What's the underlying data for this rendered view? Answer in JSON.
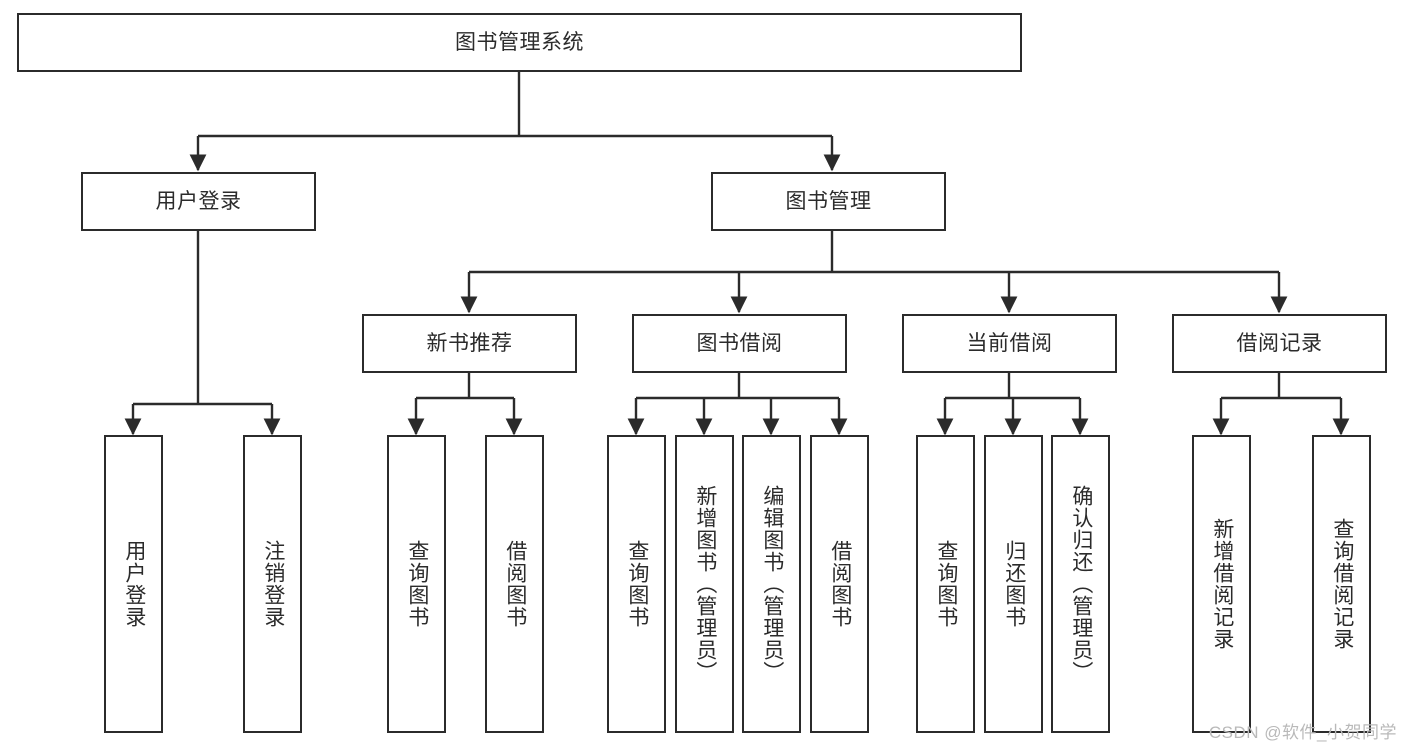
{
  "diagram": {
    "type": "tree-hierarchy",
    "title": "图书管理系统",
    "nodes": {
      "root": {
        "label": "图书管理系统",
        "orientation": "horizontal"
      },
      "user_login": {
        "label": "用户登录",
        "orientation": "horizontal"
      },
      "book_manage": {
        "label": "图书管理",
        "orientation": "horizontal"
      },
      "new_book_rec": {
        "label": "新书推荐",
        "orientation": "horizontal"
      },
      "book_borrow": {
        "label": "图书借阅",
        "orientation": "horizontal"
      },
      "current_borrow": {
        "label": "当前借阅",
        "orientation": "horizontal"
      },
      "borrow_record": {
        "label": "借阅记录",
        "orientation": "horizontal"
      },
      "leaf_user_login": {
        "label": "用户登录",
        "orientation": "vertical"
      },
      "leaf_logout": {
        "label": "注销登录",
        "orientation": "vertical"
      },
      "leaf_q_book_1": {
        "label": "查询图书",
        "orientation": "vertical"
      },
      "leaf_borrow_1": {
        "label": "借阅图书",
        "orientation": "vertical"
      },
      "leaf_q_book_2": {
        "label": "查询图书",
        "orientation": "vertical"
      },
      "leaf_add_book": {
        "label": "新增图书（管理员）",
        "orientation": "vertical"
      },
      "leaf_edit_book": {
        "label": "编辑图书（管理员）",
        "orientation": "vertical"
      },
      "leaf_borrow_2": {
        "label": "借阅图书",
        "orientation": "vertical"
      },
      "leaf_q_book_3": {
        "label": "查询图书",
        "orientation": "vertical"
      },
      "leaf_return": {
        "label": "归还图书",
        "orientation": "vertical"
      },
      "leaf_confirm": {
        "label": "确认归还（管理员）",
        "orientation": "vertical"
      },
      "leaf_add_rec": {
        "label": "新增借阅记录",
        "orientation": "vertical"
      },
      "leaf_q_rec": {
        "label": "查询借阅记录",
        "orientation": "vertical"
      }
    },
    "edges": [
      {
        "from": "root",
        "to": "user_login"
      },
      {
        "from": "root",
        "to": "book_manage"
      },
      {
        "from": "user_login",
        "to": "leaf_user_login"
      },
      {
        "from": "user_login",
        "to": "leaf_logout"
      },
      {
        "from": "book_manage",
        "to": "new_book_rec"
      },
      {
        "from": "book_manage",
        "to": "book_borrow"
      },
      {
        "from": "book_manage",
        "to": "current_borrow"
      },
      {
        "from": "book_manage",
        "to": "borrow_record"
      },
      {
        "from": "new_book_rec",
        "to": "leaf_q_book_1"
      },
      {
        "from": "new_book_rec",
        "to": "leaf_borrow_1"
      },
      {
        "from": "book_borrow",
        "to": "leaf_q_book_2"
      },
      {
        "from": "book_borrow",
        "to": "leaf_add_book"
      },
      {
        "from": "book_borrow",
        "to": "leaf_edit_book"
      },
      {
        "from": "book_borrow",
        "to": "leaf_borrow_2"
      },
      {
        "from": "current_borrow",
        "to": "leaf_q_book_3"
      },
      {
        "from": "current_borrow",
        "to": "leaf_return"
      },
      {
        "from": "current_borrow",
        "to": "leaf_confirm"
      },
      {
        "from": "borrow_record",
        "to": "leaf_add_rec"
      },
      {
        "from": "borrow_record",
        "to": "leaf_q_rec"
      }
    ],
    "colors": {
      "box_border": "#2b2b2b",
      "box_fill": "#ffffff",
      "text": "#2b2b2b",
      "connector": "#2b2b2b",
      "watermark": "#b9b9b9",
      "background": "#ffffff"
    }
  },
  "watermark": {
    "text": "CSDN @软件_小贺同学"
  }
}
